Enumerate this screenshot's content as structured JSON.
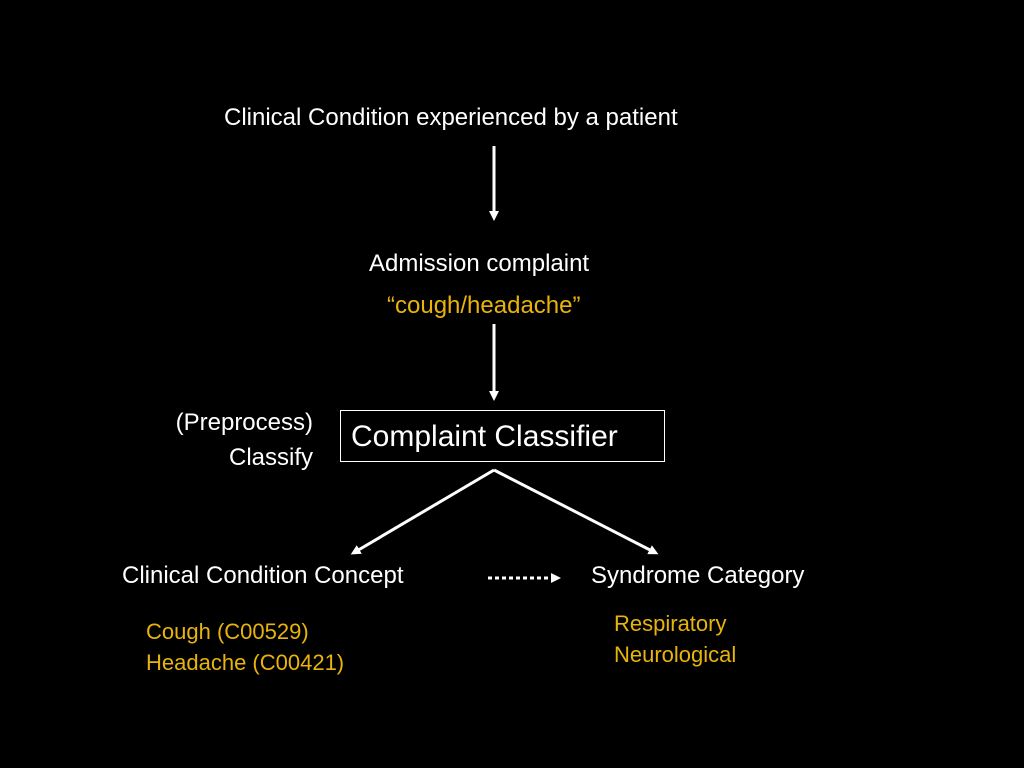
{
  "nodes": {
    "clinical_condition": "Clinical Condition experienced by a patient",
    "admission_complaint": "Admission complaint",
    "admission_example": "“cough/headache”",
    "classifier": "Complaint Classifier",
    "classifier_side_line1": "(Preprocess)",
    "classifier_side_line2": "Classify",
    "concept": "Clinical Condition Concept",
    "syndrome": "Syndrome Category",
    "concept_examples": [
      "Cough (C00529)",
      "Headache (C00421)"
    ],
    "syndrome_examples": [
      "Respiratory",
      "Neurological"
    ]
  },
  "colors": {
    "background": "#000000",
    "text": "#ffffff",
    "highlight": "#e8b40c"
  }
}
